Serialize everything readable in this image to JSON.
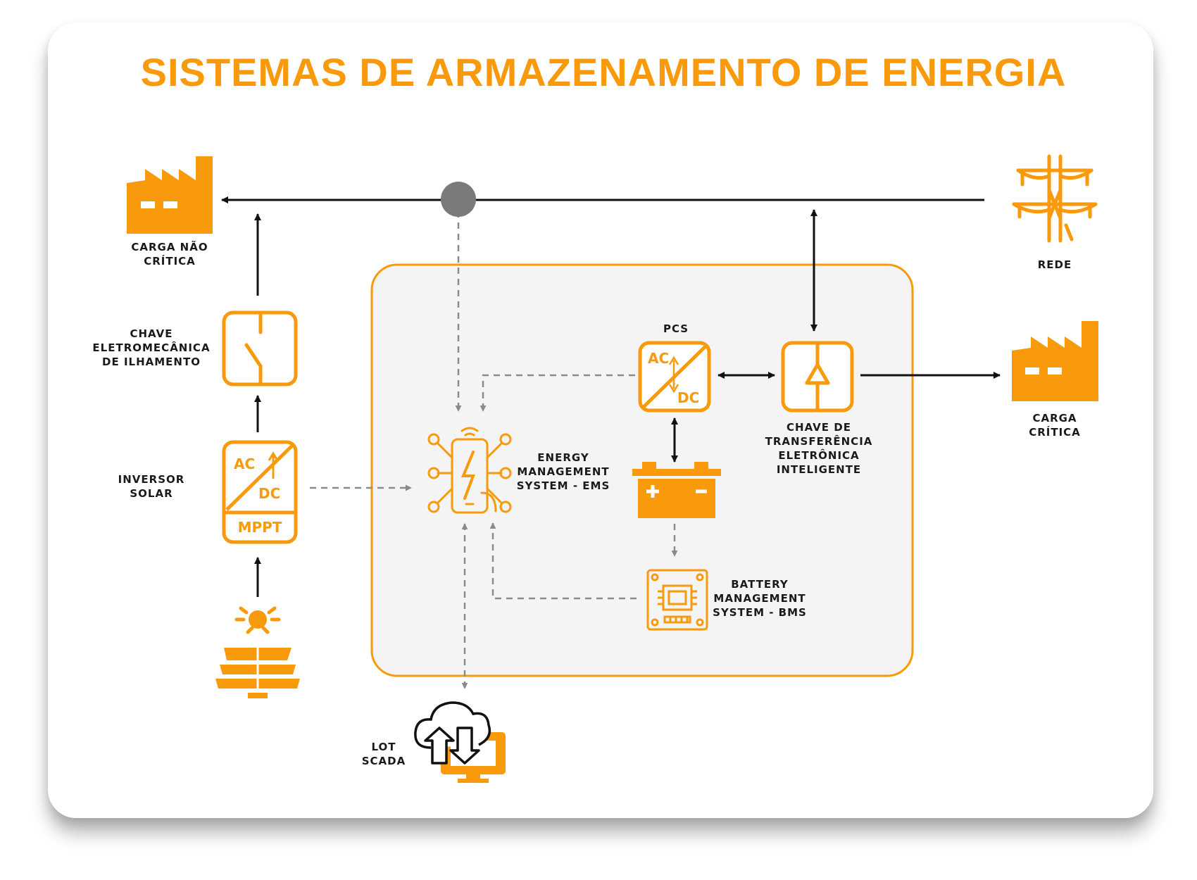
{
  "title": "SISTEMAS DE ARMAZENAMENTO DE ENERGIA",
  "colors": {
    "accent": "#F89A0C",
    "line": "#111111",
    "dashed": "#8a8a8a",
    "node": "#7a7a7a",
    "panel": "#f4f4f4"
  },
  "nodes": {
    "carga_nao_critica": {
      "icon": "factory-icon",
      "label": [
        "CARGA NÃO",
        "CRÍTICA"
      ]
    },
    "rede": {
      "icon": "power-tower-icon",
      "label": [
        "REDE"
      ]
    },
    "chave_eletromecanica": {
      "icon": "switch-icon",
      "label": [
        "CHAVE",
        "ELETROMECÂNICA",
        "DE ILHAMENTO"
      ]
    },
    "inversor_solar": {
      "icon": "inverter-icon",
      "label": [
        "INVERSOR",
        "SOLAR"
      ],
      "ac": "AC",
      "dc": "DC",
      "mppt": "MPPT"
    },
    "painel_solar": {
      "icon": "solar-panel-icon"
    },
    "pcs": {
      "icon": "converter-icon",
      "label": [
        "PCS"
      ],
      "ac": "AC",
      "dc": "DC"
    },
    "chave_transferencia": {
      "icon": "transfer-switch-icon",
      "label": [
        "CHAVE DE",
        "TRANSFERÊNCIA",
        "ELETRÔNICA",
        "INTELIGENTE"
      ]
    },
    "carga_critica": {
      "icon": "factory-icon",
      "label": [
        "CARGA",
        "CRÍTICA"
      ]
    },
    "ems": {
      "icon": "energy-management-icon",
      "label": [
        "ENERGY",
        "MANAGEMENT",
        "SYSTEM - EMS"
      ]
    },
    "bateria": {
      "icon": "battery-icon"
    },
    "bms": {
      "icon": "chip-board-icon",
      "label": [
        "BATTERY",
        "MANAGEMENT",
        "SYSTEM - BMS"
      ]
    },
    "scada": {
      "icon": "cloud-monitor-icon",
      "label": [
        "LOT",
        "SCADA"
      ]
    }
  }
}
